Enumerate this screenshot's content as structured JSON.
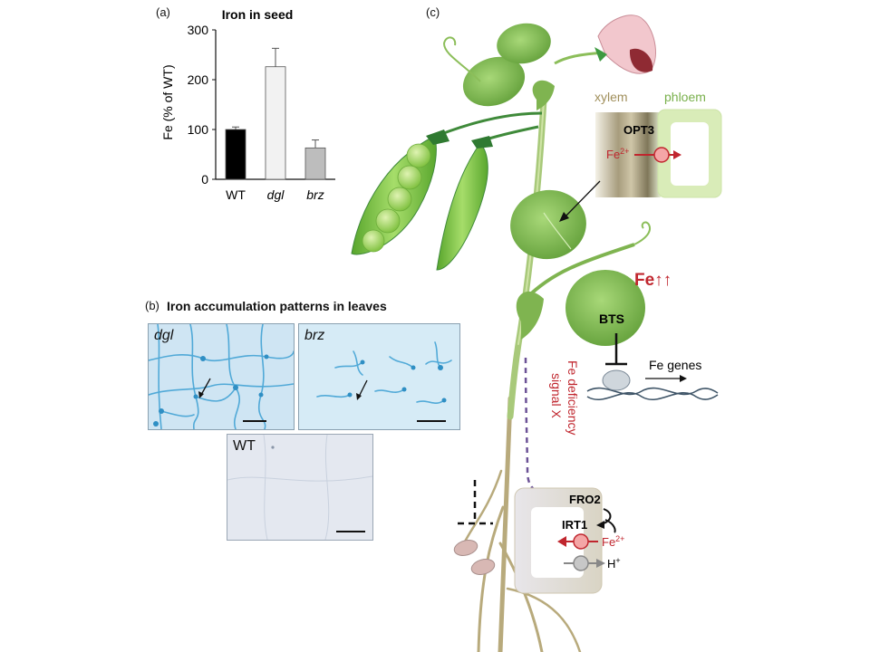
{
  "panel_a": {
    "label": "(a)",
    "chart_data": {
      "type": "bar",
      "title": "Iron in seed",
      "ylabel": "Fe (% of WT)",
      "ylim": [
        0,
        300
      ],
      "yticks": [
        "0",
        "100",
        "200",
        "300"
      ],
      "categories": [
        "WT",
        "dgl",
        "brz"
      ],
      "values": [
        100,
        226,
        63
      ],
      "errors": [
        5,
        37,
        16
      ],
      "colors": [
        "#000000",
        "#f2f2f2",
        "#bdbdbd"
      ]
    }
  },
  "panel_b": {
    "label": "(b)",
    "title": "Iron accumulation patterns in leaves",
    "images": [
      {
        "tag": "dgl"
      },
      {
        "tag": "brz"
      },
      {
        "tag": "WT"
      }
    ]
  },
  "panel_c": {
    "label": "(c)",
    "xylem": "xylem",
    "phloem": "phloem",
    "opt3": "OPT3",
    "fe": "Fe",
    "fe_charge": "2+",
    "fe_up": "Fe↑↑",
    "bts": "BTS",
    "fe_genes": "Fe genes",
    "signal_line1": "Fe deficiency",
    "signal_line2": "signal X",
    "fro2": "FRO2",
    "irt1": "IRT1",
    "h": "H",
    "h_charge": "+"
  }
}
